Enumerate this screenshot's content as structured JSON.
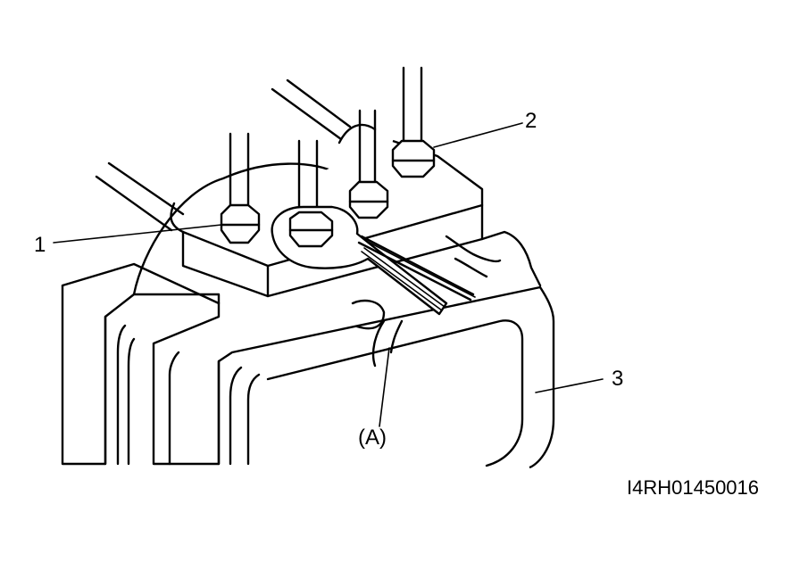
{
  "callouts": {
    "part_1": "1",
    "part_2": "2",
    "part_3": "3",
    "tool_a": "(A)"
  },
  "figure_code": "I4RH01450016",
  "colors": {
    "ink": "#000000",
    "paper": "#ffffff"
  }
}
